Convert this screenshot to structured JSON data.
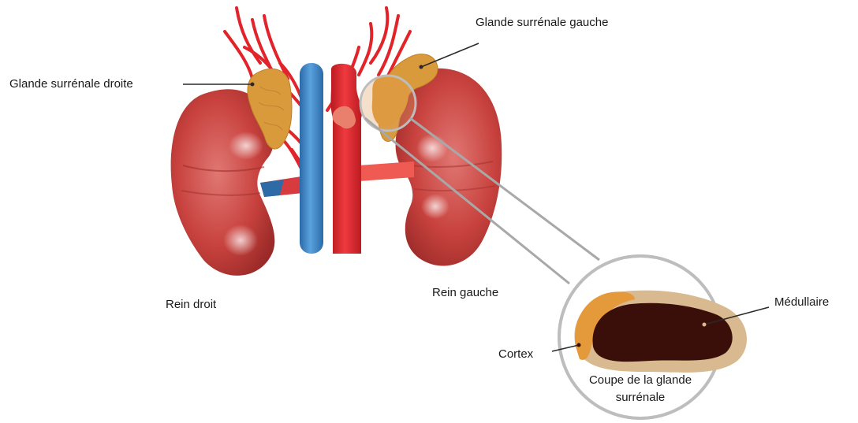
{
  "labels": {
    "right_adrenal": "Glande surrénale droite",
    "left_adrenal": "Glande surrénale gauche",
    "right_kidney": "Rein droit",
    "left_kidney": "Rein gauche",
    "medulla": "Médullaire",
    "cortex": "Cortex",
    "section_line1": "Coupe de la glande",
    "section_line2": "surrénale"
  },
  "colors": {
    "kidney": "#c8423e",
    "kidney_highlight": "#e48a86",
    "adrenal": "#d99a3c",
    "artery": "#e3232a",
    "vein": "#3b87c9",
    "cortex": "#d9b98f",
    "medulla": "#3a0f0a",
    "magnifier_ring": "#bdbdbd"
  }
}
